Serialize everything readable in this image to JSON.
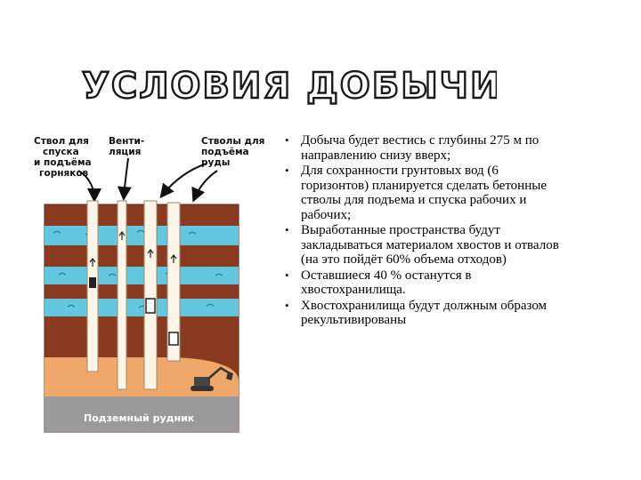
{
  "title": "УСЛОВИЯ ДОБЫЧИ РУД",
  "diagram": {
    "labels": {
      "shaft_workers_1": "Ствол для",
      "shaft_workers_2": "спуска",
      "shaft_workers_3": "и подъёма",
      "shaft_workers_4": "горняков",
      "ventilation_1": "Венти-",
      "ventilation_2": "ляция",
      "ore_shafts_1": "Стволы для",
      "ore_shafts_2": "подъёма",
      "ore_shafts_3": "руды",
      "mine": "Подземный рудник"
    },
    "colors": {
      "soil": "#8b3a22",
      "water": "#63c7e0",
      "ore_zone": "#f0a86a",
      "shaft": "#fdf6e8",
      "bottom": "#9a9a9a"
    }
  },
  "bullets": [
    "Добыча будет вестись с глубины 275 м по направлению снизу вверх;",
    "Для сохранности грунтовых вод (6 горизонтов) планируется сделать бетонные стволы для подъема и спуска рабочих и рабочих;",
    "Выработанные пространства будут закладываться материалом хвостов и отвалов (на это пойдёт 60% объема отходов)",
    "Оставшиеся 40 % останутся в хвостохранилища.",
    "Хвостохранилища будут должным образом рекультивированы"
  ]
}
